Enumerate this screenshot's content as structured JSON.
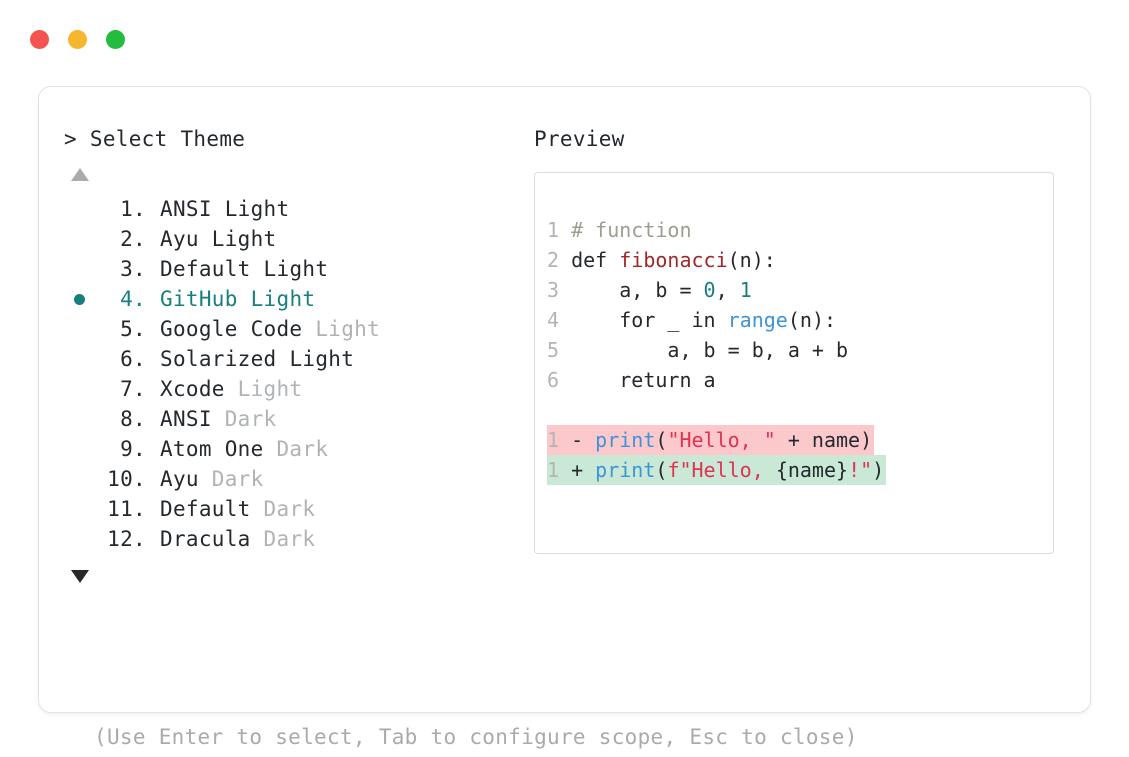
{
  "window": {
    "dots": [
      {
        "name": "close",
        "color": "#f4544f"
      },
      {
        "name": "minimize",
        "color": "#f6b62d"
      },
      {
        "name": "maximize",
        "color": "#22bd3e"
      }
    ]
  },
  "prompt": {
    "title": "> Select Theme",
    "accent_color": "#17807e",
    "scroll_up_indicator": "▲",
    "scroll_down_indicator": "▼",
    "selected_index": 4,
    "items": [
      {
        "index": "1.",
        "name": "ANSI",
        "suffix": " Light",
        "suffix_dim": false
      },
      {
        "index": "2.",
        "name": "Ayu",
        "suffix": " Light",
        "suffix_dim": false
      },
      {
        "index": "3.",
        "name": "Default",
        "suffix": " Light",
        "suffix_dim": false
      },
      {
        "index": "4.",
        "name": "GitHub",
        "suffix": " Light",
        "suffix_dim": false
      },
      {
        "index": "5.",
        "name": "Google Code",
        "suffix": " Light",
        "suffix_dim": true
      },
      {
        "index": "6.",
        "name": "Solarized",
        "suffix": " Light",
        "suffix_dim": false
      },
      {
        "index": "7.",
        "name": "Xcode",
        "suffix": " Light",
        "suffix_dim": true
      },
      {
        "index": "8.",
        "name": "ANSI",
        "suffix": " Dark",
        "suffix_dim": true
      },
      {
        "index": "9.",
        "name": "Atom One",
        "suffix": " Dark",
        "suffix_dim": true
      },
      {
        "index": "10.",
        "name": "Ayu",
        "suffix": " Dark",
        "suffix_dim": true
      },
      {
        "index": "11.",
        "name": "Default",
        "suffix": " Dark",
        "suffix_dim": true
      },
      {
        "index": "12.",
        "name": "Dracula",
        "suffix": " Dark",
        "suffix_dim": true
      }
    ],
    "hint": "(Use Enter to select, Tab to configure scope, Esc to close)"
  },
  "preview": {
    "title": "Preview",
    "code": [
      {
        "ln": "1",
        "tokens": [
          {
            "t": "# function",
            "c": "comment"
          }
        ]
      },
      {
        "ln": "2",
        "tokens": [
          {
            "t": "def ",
            "c": "kw"
          },
          {
            "t": "fibonacci",
            "c": "fn"
          },
          {
            "t": "(n):",
            "c": "plain"
          }
        ]
      },
      {
        "ln": "3",
        "tokens": [
          {
            "t": "    a, b = ",
            "c": "plain"
          },
          {
            "t": "0",
            "c": "num"
          },
          {
            "t": ", ",
            "c": "plain"
          },
          {
            "t": "1",
            "c": "num"
          }
        ]
      },
      {
        "ln": "4",
        "tokens": [
          {
            "t": "    for _ in ",
            "c": "plain"
          },
          {
            "t": "range",
            "c": "builtin"
          },
          {
            "t": "(n):",
            "c": "plain"
          }
        ]
      },
      {
        "ln": "5",
        "tokens": [
          {
            "t": "        a, b = b, a + b",
            "c": "plain"
          }
        ]
      },
      {
        "ln": "6",
        "tokens": [
          {
            "t": "    return a",
            "c": "plain"
          }
        ]
      }
    ],
    "diff": [
      {
        "ln": "1",
        "marker": " - ",
        "kind": "del",
        "background": "#fbc9cb",
        "tokens": [
          {
            "t": "print",
            "c": "builtin"
          },
          {
            "t": "(",
            "c": "plain"
          },
          {
            "t": "\"Hello, \"",
            "c": "str"
          },
          {
            "t": " + name)",
            "c": "plain"
          }
        ]
      },
      {
        "ln": "1",
        "marker": " + ",
        "kind": "add",
        "background": "#c9e9d6",
        "tokens": [
          {
            "t": "print",
            "c": "builtin"
          },
          {
            "t": "(",
            "c": "plain"
          },
          {
            "t": "f\"Hello, ",
            "c": "str"
          },
          {
            "t": "{name}",
            "c": "plain"
          },
          {
            "t": "!\"",
            "c": "str"
          },
          {
            "t": ")",
            "c": "plain"
          }
        ]
      }
    ]
  }
}
